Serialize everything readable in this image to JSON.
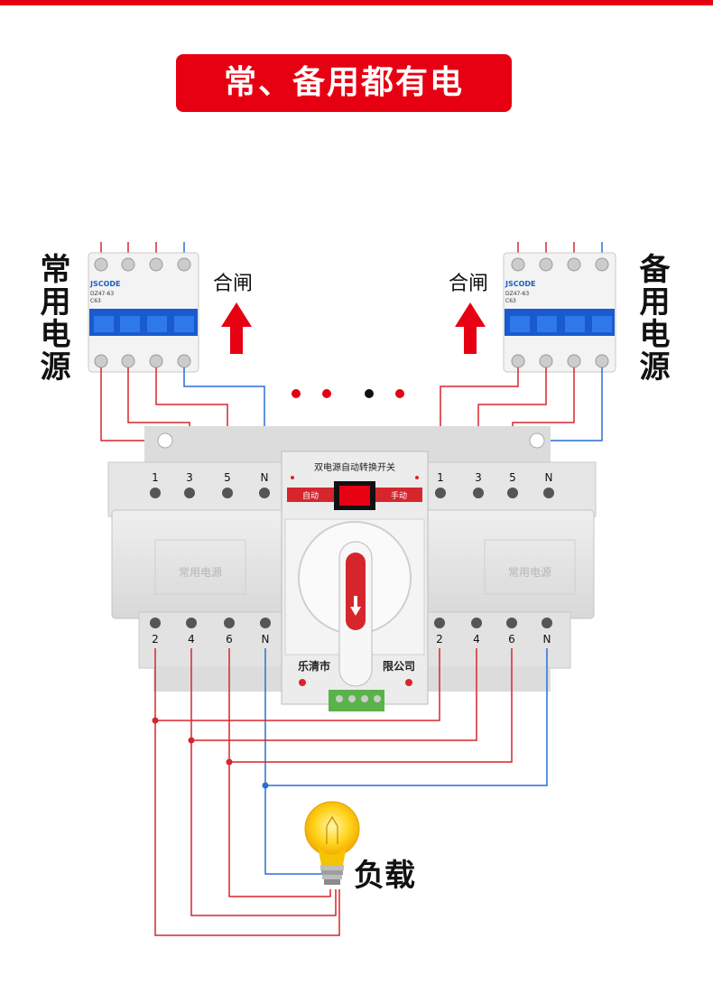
{
  "banner": {
    "title": "常、备用都有电"
  },
  "sources": {
    "main": {
      "label": "常用电源"
    },
    "backup": {
      "label": "备用电源"
    }
  },
  "action": {
    "close_label": "合闸"
  },
  "breaker": {
    "brand": "JSCODE",
    "model": "DZ47-63",
    "rating": "C63"
  },
  "switch": {
    "title": "双电源自动转换开关",
    "mode_auto": "自动",
    "mode_manual": "手动",
    "side_left": "常用电源",
    "side_right": "常用电源",
    "manufacturer": "乐清市",
    "manufacturer_tail": "限公司",
    "top_terminals": [
      "1",
      "3",
      "5",
      "N"
    ],
    "bottom_terminals": [
      "2",
      "4",
      "6",
      "N"
    ]
  },
  "indicator_dots": [
    "red",
    "red",
    "black",
    "red"
  ],
  "load": {
    "label": "负载"
  },
  "colors": {
    "accent": "#e60012",
    "phase": "#d6262d",
    "neutral": "#2a6fd6",
    "body": "#e4e4e4"
  }
}
